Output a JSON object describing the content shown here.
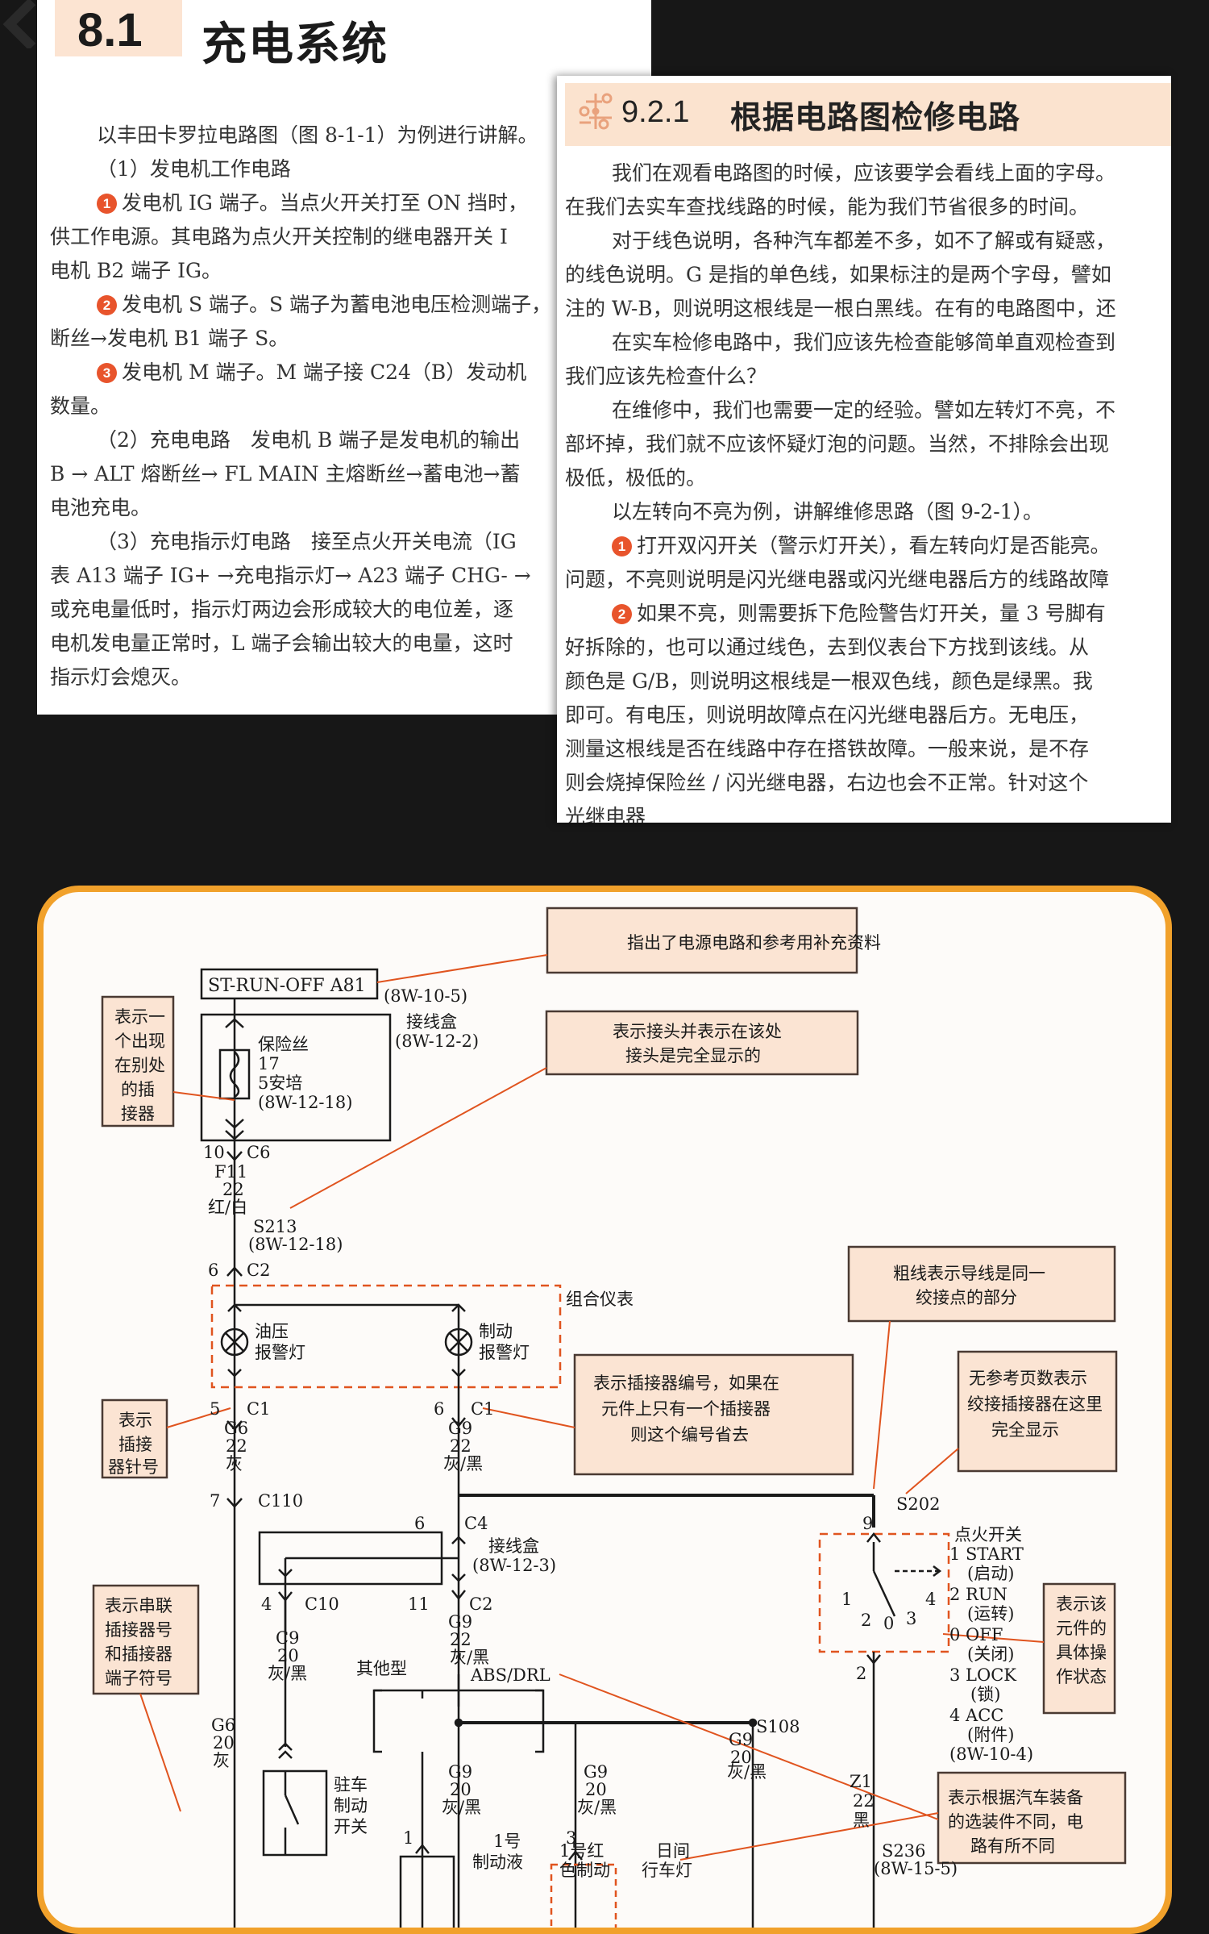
{
  "page1": {
    "section_number": "8.1",
    "section_title": "充电系统",
    "lines": [
      "以丰田卡罗拉电路图（图 8-1-1）为例进行讲解。",
      "（1）发电机工作电路",
      "发电机 IG 端子。当点火开关打至 ON 挡时，",
      "供工作电源。其电路为点火开关控制的继电器开关 I",
      "电机 B2 端子 IG。",
      "发电机 S 端子。S 端子为蓄电池电压检测端子，",
      "断丝→发电机 B1 端子 S。",
      "发电机 M 端子。M 端子接 C24（B）发动机",
      "数量。",
      "（2）充电电路　发电机 B 端子是发电机的输出",
      "B → ALT 熔断丝→ FL MAIN 主熔断丝→蓄电池→蓄",
      "电池充电。",
      "（3）充电指示灯电路　接至点火开关电流（IG",
      "表 A13 端子 IG+ →充电指示灯→ A23 端子 CHG- →",
      "或充电量低时，指示灯两边会形成较大的电位差，逐",
      "电机发电量正常时，L 端子会输出较大的电量，这时",
      "指示灯会熄灭。"
    ],
    "markers": [
      "1",
      "2",
      "3"
    ]
  },
  "page2": {
    "section_number": "9.2.1",
    "section_title": "根据电路图检修电路",
    "lines": [
      "我们在观看电路图的时候，应该要学会看线上面的字母。",
      "在我们去实车查找线路的时候，能为我们节省很多的时间。",
      "对于线色说明，各种汽车都差不多，如不了解或有疑惑，",
      "的线色说明。G 是指的单色线，如果标注的是两个字母，譬如",
      "注的 W-B，则说明这根线是一根白黑线。在有的电路图中，还",
      "在实车检修电路中，我们应该先检查能够简单直观检查到",
      "我们应该先检查什么？",
      "在维修中，我们也需要一定的经验。譬如左转灯不亮，不",
      "部坏掉，我们就不应该怀疑灯泡的问题。当然，不排除会出现",
      "极低，极低的。",
      "以左转向不亮为例，讲解维修思路（图 9-2-1）。",
      "打开双闪开关（警示灯开关），看左转向灯是否能亮。",
      "问题，不亮则说明是闪光继电器或闪光继电器后方的线路故障",
      "如果不亮，则需要拆下危险警告灯开关，量 3 号脚有",
      "好拆除的，也可以通过线色，去到仪表台下方找到该线。从",
      "颜色是 G/B，则说明这根线是一根双色线，颜色是绿黑。我",
      "即可。有电压，则说明故障点在闪光继电器后方。无电压，",
      "测量这根线是否在线路中存在搭铁故障。一般来说，是不存",
      "则会烧掉保险丝 / 闪光继电器，右边也会不正常。针对这个",
      "光继电器"
    ],
    "markers": [
      "1",
      "2"
    ]
  },
  "diagram": {
    "callouts": {
      "c1": "指出了电源电路和参考用补充资料",
      "c2": [
        "表示接头并表示在该处",
        "接头是完全显示的"
      ],
      "c3": [
        "粗线表示导线是同一",
        "绞接点的部分"
      ],
      "c4": [
        "表示插接器编号，如果在",
        "元件上只有一个插接器",
        "则这个编号省去"
      ],
      "c5": [
        "无参考页数表示",
        "绞接插接器在这里",
        "完全显示"
      ],
      "c6": [
        "表示一",
        "个出现",
        "在别处",
        "的插",
        "接器"
      ],
      "c7": [
        "表示",
        "插接",
        "器针号"
      ],
      "c8": [
        "表示串联",
        "插接器号",
        "和插接器",
        "端子符号"
      ],
      "c9": [
        "表示该",
        "元件的",
        "具体操",
        "作状态"
      ],
      "c10": [
        "表示根据汽车装备",
        "的选装件不同，电",
        "路有所不同"
      ]
    },
    "labels": {
      "st_run": "ST-RUN-OFF A81",
      "ref_8w_10_5": "(8W-10-5)",
      "junction_box": "接线盒",
      "ref_8w_12_2": "(8W-12-2)",
      "fuse": "保险丝",
      "fuse_num": "17",
      "fuse_amp": "5安培",
      "ref_8w_12_18": "(8W-12-18)",
      "c6_pin": "10",
      "c6": "C6",
      "f11": "F11",
      "f11_size": "22",
      "red_white": "红/白",
      "s213": "S213",
      "s213_ref": "(8W-12-18)",
      "c2_pin": "6",
      "c2": "C2",
      "cluster": "组合仪表",
      "oil_lamp": [
        "油压",
        "报警灯"
      ],
      "brake_lamp": [
        "制动",
        "报警灯"
      ],
      "c1_pin_a": "5",
      "c1_pin_b": "6",
      "c1": "C1",
      "g6": "G6",
      "g9": "G9",
      "size22": "22",
      "gray": "灰",
      "gray_black": "灰/黑",
      "c110_pin": "7",
      "c110": "C110",
      "c4_pin": "6",
      "c4": "C4",
      "junction_box2": "接线盒",
      "ref_8w_12_3": "(8W-12-3)",
      "c10_pin": "4",
      "c10": "C10",
      "c2b_pin": "11",
      "c2b": "C2",
      "c9": "C9",
      "size20": "20",
      "other_type": "其他型",
      "abs_drl": "ABS/DRL",
      "s108": "S108",
      "s202": "S202",
      "sw_pin9": "9",
      "ign_switch": "点火开关",
      "sw_states": [
        "1 START",
        "(启动)",
        "2 RUN",
        "(运转)",
        "0 OFF",
        "(关闭)",
        "3 LOCK",
        "(锁)",
        "4 ACC",
        "(附件)",
        "(8W-10-4)"
      ],
      "sw_pins": [
        "1",
        "2",
        "0",
        "3",
        "4"
      ],
      "sw_pin2": "2",
      "park_brake": [
        "驻车",
        "制动",
        "开关"
      ],
      "z1": "Z1",
      "black": "黑",
      "s236": "S236",
      "s236_ref": "(8W-15-5)",
      "no1": "1号",
      "brake_fluid": "制动液",
      "no1_red": [
        "1号红",
        "色制动"
      ],
      "drl": [
        "日间",
        "行车灯"
      ],
      "pin1": "1",
      "pin3": "3"
    }
  },
  "colors": {
    "accent_orange": "#e8542c",
    "frame": "#f1a12b",
    "callout_fill": "#fbe4d3",
    "callout_border": "#4a3a33"
  }
}
